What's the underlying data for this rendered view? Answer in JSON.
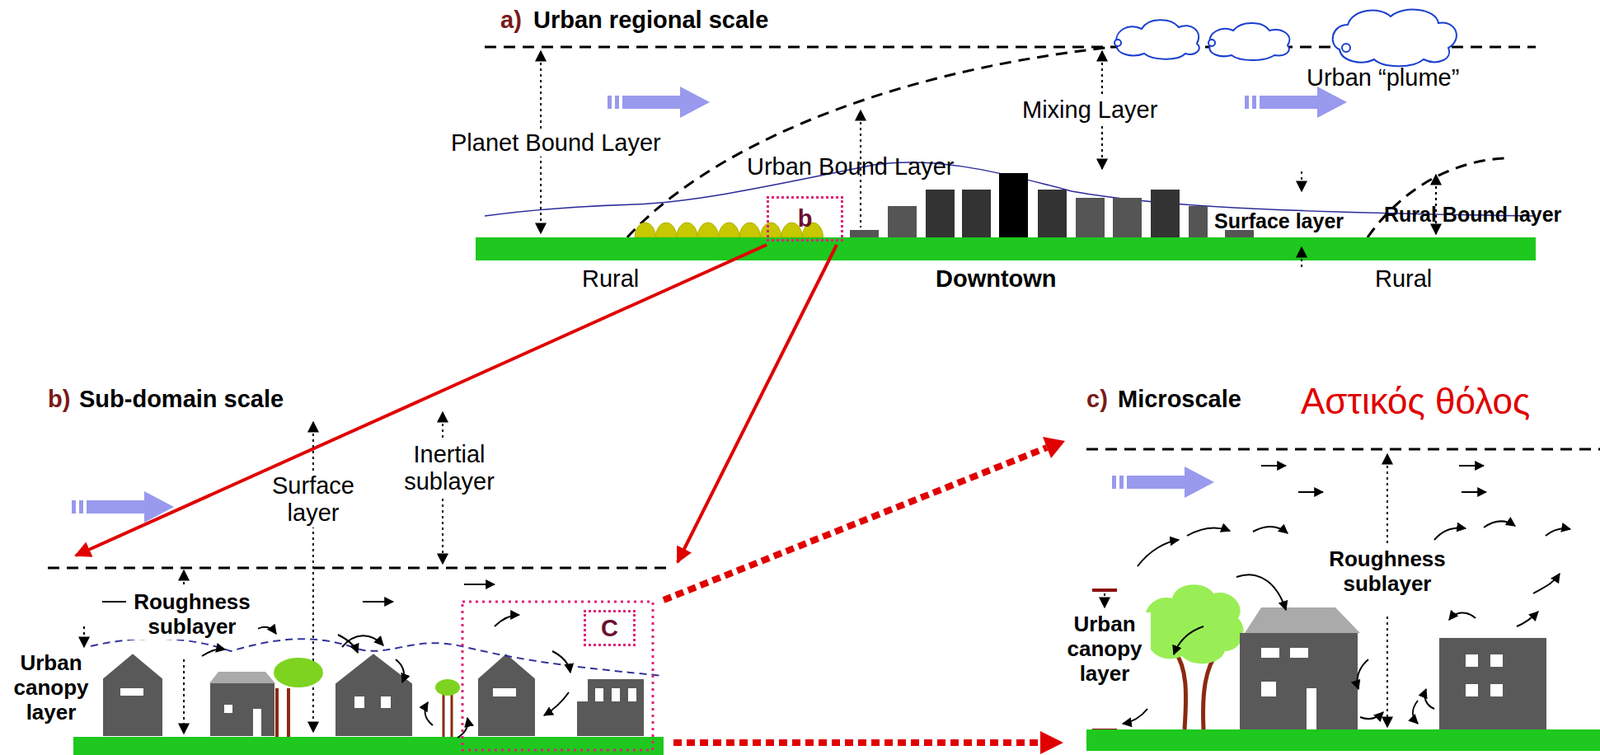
{
  "diagram": {
    "nodes": [
      {
        "text": [
          "b"
        ]
      },
      {
        "text": [
          "C"
        ]
      }
    ],
    "labels": [
      "a)",
      "Urban regional scale",
      "Urban “plume”",
      "Planet Bound Layer",
      "Mixing Layer",
      "Urban Bound Layer",
      "Surface layer",
      "Rural Bound layer",
      "Rural",
      "Downtown",
      "Rural",
      "b)",
      "Sub-domain scale",
      "Surface layer",
      "Inertial sublayer",
      "Roughness sublayer",
      "Urban canopy layer",
      "c)",
      "Microscale",
      "Αστικός θόλος",
      "Roughness sublayer",
      "Urban canopy layer"
    ]
  }
}
